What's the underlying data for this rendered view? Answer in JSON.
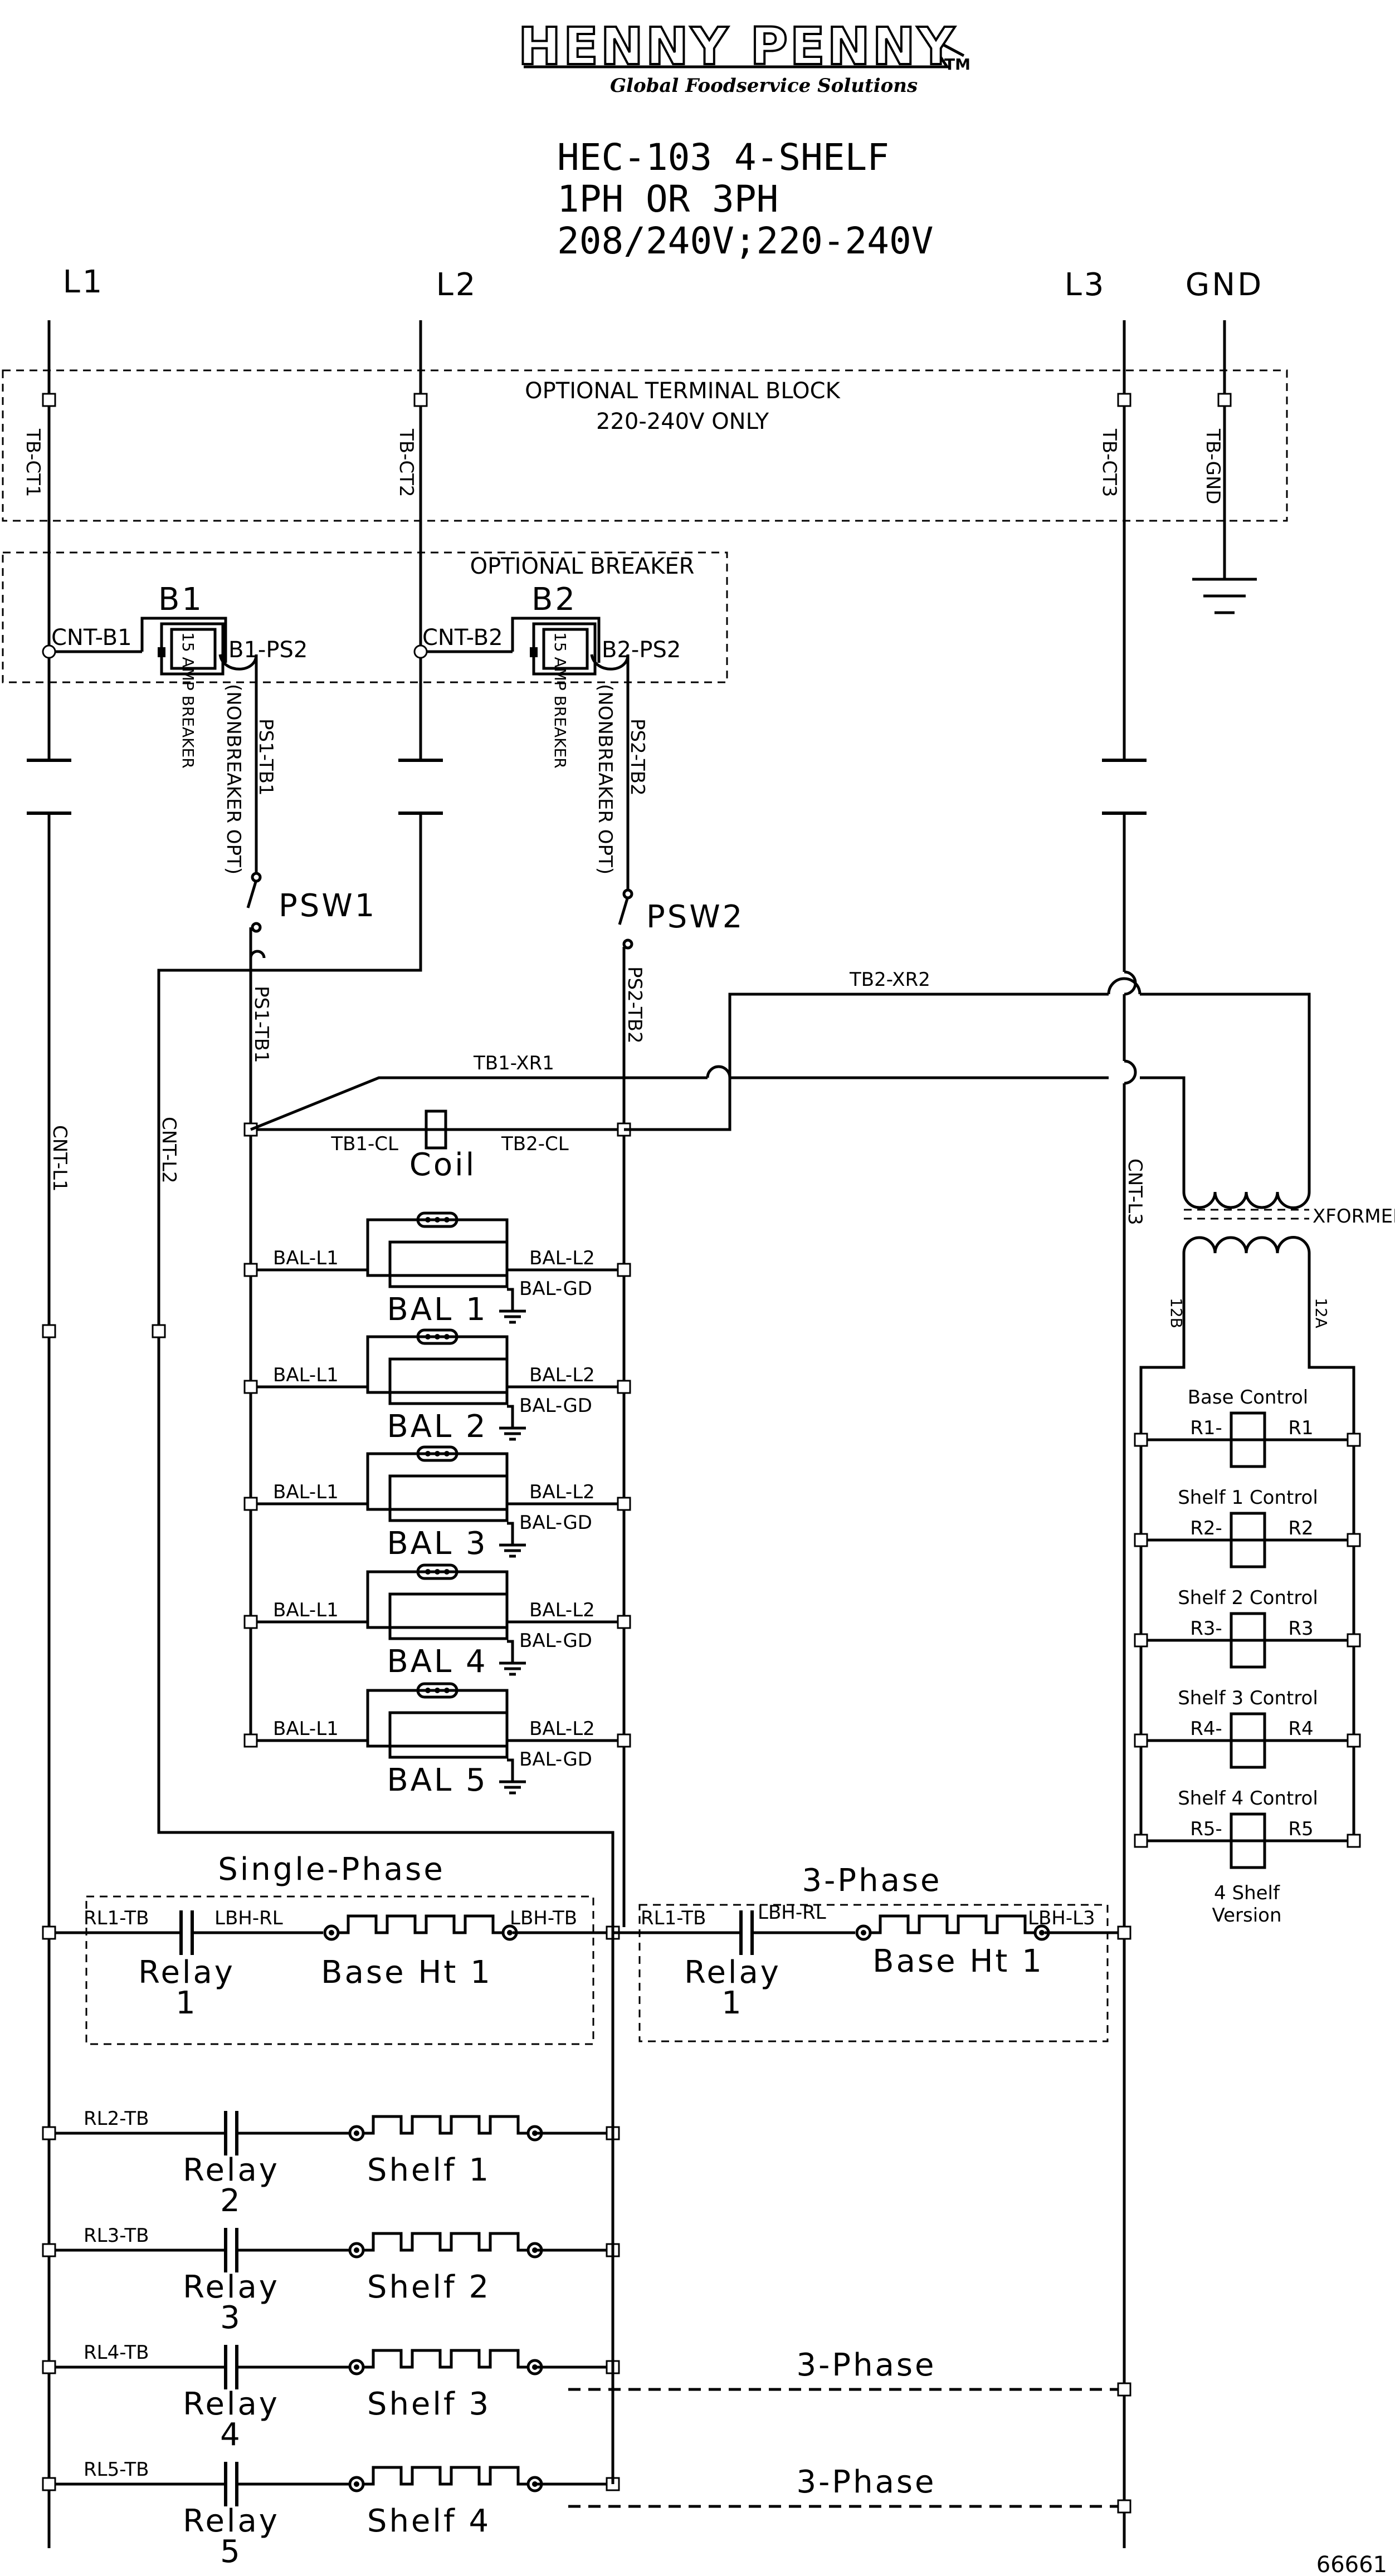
{
  "logo": {
    "brand": "HENNY PENNY",
    "tagline": "Global Foodservice Solutions",
    "tm": "TM"
  },
  "header": {
    "line1": "HEC-103  4-SHELF",
    "line2": "1PH OR 3PH",
    "line3": "208/240V;220-240V"
  },
  "lines": {
    "l1": "L1",
    "l2": "L2",
    "l3": "L3",
    "gnd": "GND"
  },
  "terminal_block": {
    "title": "OPTIONAL TERMINAL BLOCK",
    "note": "220-240V ONLY",
    "t1": "TB-CT1",
    "t2": "TB-CT2",
    "t3": "TB-CT3",
    "tg": "TB-GND"
  },
  "breaker": {
    "title": "OPTIONAL BREAKER",
    "b1": "B1",
    "b2": "B2",
    "cnt_b1": "CNT-B1",
    "cnt_b2": "CNT-B2",
    "b1_ps2": "B1-PS2",
    "b2_ps2": "B2-PS2",
    "amp": "15 AMP BREAKER"
  },
  "wires": {
    "ps1_tb1": "PS1-TB1",
    "ps2_tb2": "PS2-TB2",
    "nonbreaker": "(NONBREAKER OPT)",
    "psw1": "PSW1",
    "psw2": "PSW2",
    "tb2_xr2": "TB2-XR2",
    "tb1_xr1": "TB1-XR1",
    "tb1_cl": "TB1-CL",
    "tb2_cl": "TB2-CL",
    "coil": "Coil",
    "cnt_l1": "CNT-L1",
    "cnt_l2": "CNT-L2",
    "cnt_l3": "CNT-L3"
  },
  "ballasts": {
    "l1": "BAL-L1",
    "l2": "BAL-L2",
    "gd": "BAL-GD",
    "names": [
      "BAL 1",
      "BAL 2",
      "BAL 3",
      "BAL 4",
      "BAL 5"
    ]
  },
  "transformer": {
    "label": "XFORMER",
    "a": "12A",
    "b": "12B"
  },
  "controls": {
    "items": [
      {
        "title": "Base Control",
        "left": "R1-",
        "right": "R1"
      },
      {
        "title": "Shelf 1 Control",
        "left": "R2-",
        "right": "R2"
      },
      {
        "title": "Shelf 2 Control",
        "left": "R3-",
        "right": "R3"
      },
      {
        "title": "Shelf 3 Control",
        "left": "R4-",
        "right": "R4"
      },
      {
        "title": "Shelf 4 Control",
        "left": "R5-",
        "right": "R5"
      }
    ],
    "version_1": "4 Shelf",
    "version_2": "Version"
  },
  "base": {
    "single_phase": "Single-Phase",
    "three_phase": "3-Phase",
    "rl1_tb": "RL1-TB",
    "lbh_rl": "LBH-RL",
    "lbh_tb": "LBH-TB",
    "lbh_l3": "LBH-L3",
    "relay": "Relay",
    "relay_num": "1",
    "heater": "Base Ht 1"
  },
  "shelves": [
    {
      "tb": "RL2-TB",
      "relay": "Relay",
      "num": "2",
      "heater": "Shelf 1"
    },
    {
      "tb": "RL3-TB",
      "relay": "Relay",
      "num": "3",
      "heater": "Shelf 2"
    },
    {
      "tb": "RL4-TB",
      "relay": "Relay",
      "num": "4",
      "heater": "Shelf 3",
      "phase": "3-Phase"
    },
    {
      "tb": "RL5-TB",
      "relay": "Relay",
      "num": "5",
      "heater": "Shelf 4",
      "phase": "3-Phase"
    }
  ],
  "drawing_number": "66661"
}
